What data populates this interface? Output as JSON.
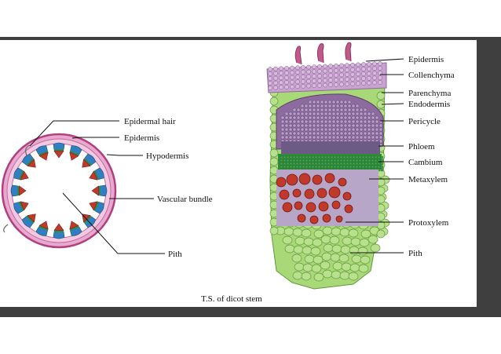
{
  "diagram": {
    "caption": "T.S. of dicot stem",
    "left_labels": {
      "epidermal_hair": "Epidermal hair",
      "epidermis": "Epidermis",
      "hypodermis": "Hypodermis",
      "vascular_bundle": "Vascular bundle",
      "pith": "Pith"
    },
    "right_labels": {
      "epidermis": "Epidermis",
      "collenchyma": "Collenchyma",
      "parenchyma": "Parenchyma",
      "endodermis": "Endodermis",
      "pericycle": "Pericycle",
      "phloem": "Phloem",
      "cambium": "Cambium",
      "metaxylem": "Metaxylem",
      "protoxylem": "Protoxylem",
      "pith": "Pith"
    },
    "colors": {
      "slide_band": "#3f3f3f",
      "outer_ring": "#e8a9d0",
      "epidermis_ring": "#b0407e",
      "phloem": "#2f7fc1",
      "xylem": "#c0392b",
      "cambium_green": "#2e8b3a",
      "parenchyma_green": "#a8d878",
      "pericycle_purple": "#8e6b9e",
      "hair": "#c05a8a"
    }
  }
}
